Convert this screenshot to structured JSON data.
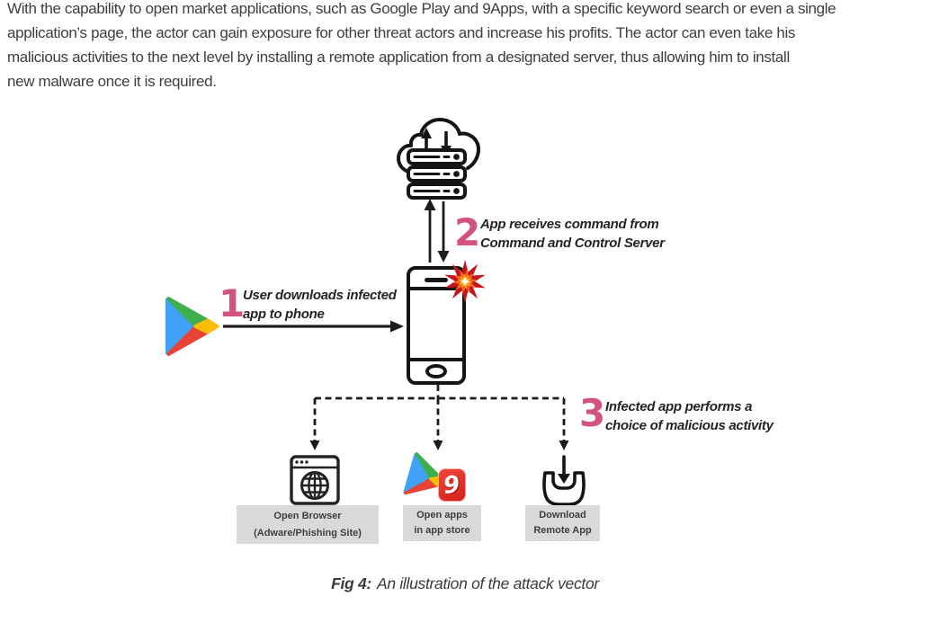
{
  "paragraph": {
    "lines": [
      "With the capability to open market applications, such as Google Play and 9Apps, with a specific keyword search or even a single",
      "application’s page, the actor can gain exposure for other threat actors and increase his profits. The actor can even take his",
      "malicious activities to the next level by installing a remote application from a designated server, thus allowing him to install",
      "new malware once it is required."
    ]
  },
  "diagram": {
    "step1": {
      "number": "1",
      "line1": "User downloads infected",
      "line2": "app to phone"
    },
    "step2": {
      "number": "2",
      "line1": "App receives command from",
      "line2": "Command and Control Server"
    },
    "step3": {
      "number": "3",
      "line1": "Infected app performs a",
      "line2": "choice of malicious activity"
    },
    "outcomes": {
      "browser": {
        "line1": "Open Browser",
        "line2": "(Adware/Phishing Site)"
      },
      "appstore": {
        "line1": "Open apps",
        "line2": "in app store"
      },
      "download": {
        "line1": "Download",
        "line2": "Remote App"
      }
    },
    "nine_apps_glyph": "9",
    "icons": [
      "cloud-server-icon",
      "upload-arrow-icon",
      "download-arrow-icon",
      "phone-icon",
      "explosion-burst-icon",
      "google-play-icon",
      "browser-globe-icon",
      "9apps-icon",
      "download-tray-icon"
    ],
    "colors": {
      "step_number_pink": "#d2537c",
      "label_box_bg": "#d9d9d9",
      "label_text": "#3f3f3f",
      "line_black": "#1c1c1c",
      "play_blue": "#3fa2f6",
      "play_green": "#3fae4c",
      "play_yellow": "#fbbc05",
      "play_red": "#e94335",
      "nineapps_red": "#e23127",
      "burst_outer": "#c3161c",
      "burst_mid": "#f26522",
      "burst_inner": "#fcb415"
    }
  },
  "caption": {
    "label": "Fig 4:",
    "text": "An illustration of the attack vector"
  }
}
